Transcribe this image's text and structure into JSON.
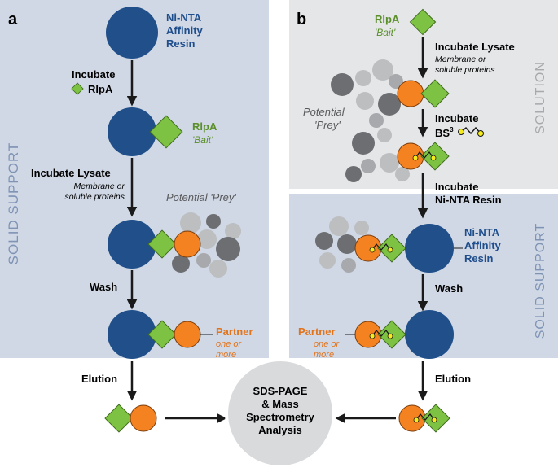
{
  "colors": {
    "resin": "#204f8a",
    "bait": "#7dc242",
    "bait_stroke": "#3f6b1e",
    "prey_partner": "#f58220",
    "partner_text": "#e2731b",
    "bait_text": "#5b8f2b",
    "resin_text": "#1f4e8c",
    "crosslinker": "#f7ec1b",
    "solid_support_bg": "#d0d8e5",
    "solution_bg": "#e5e6e8",
    "hub_bg": "#d8dadc",
    "arrow": "#1a1a1a",
    "prey_gray_light": "#bcbec0",
    "prey_gray_dark": "#6d6e71"
  },
  "panel_a": {
    "letter": "a",
    "region_label": "SOLID SUPPORT",
    "resin_label": [
      "Ni-NTA",
      "Affinity",
      "Resin"
    ],
    "step1": [
      "Incubate",
      "RlpA"
    ],
    "bait_label": "RlpA",
    "bait_sublabel": "'Bait'",
    "step2": "Incubate Lysate",
    "step2_sub": [
      "Membrane or",
      "soluble proteins"
    ],
    "prey_label": "Potential 'Prey'",
    "step3": "Wash",
    "partner_label": "Partner",
    "partner_sub": [
      "one or",
      "more"
    ],
    "step4": "Elution"
  },
  "panel_b": {
    "letter": "b",
    "region_solution": "SOLUTION",
    "region_solid": "SOLID SUPPORT",
    "bait_label": "RlpA",
    "bait_sublabel": "'Bait'",
    "step1": "Incubate Lysate",
    "step1_sub": [
      "Membrane or",
      "soluble proteins"
    ],
    "prey_label": [
      "Potential",
      "'Prey'"
    ],
    "step2": "Incubate",
    "crosslinker": "BS",
    "crosslinker_sup": "3",
    "step3": [
      "Incubate",
      "Ni-NTA Resin"
    ],
    "resin_label": [
      "Ni-NTA",
      "Affinity",
      "Resin"
    ],
    "step4": "Wash",
    "partner_label": "Partner",
    "partner_sub": [
      "one or",
      "more"
    ],
    "step5": "Elution"
  },
  "hub": [
    "SDS-PAGE",
    "& Mass",
    "Spectrometry",
    "Analysis"
  ]
}
